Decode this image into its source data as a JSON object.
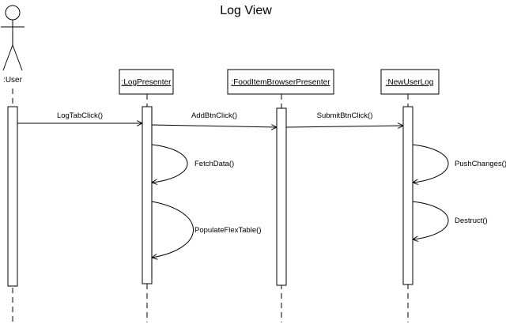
{
  "title": "Log View",
  "actor": {
    "label": ":User",
    "icon": "stick-figure-icon"
  },
  "participants": [
    {
      "id": "log-presenter",
      "label": ":LogPresenter"
    },
    {
      "id": "food-item-browser-presenter",
      "label": ":FoodItemBrowserPresenter"
    },
    {
      "id": "new-user-log",
      "label": ":NewUserLog"
    }
  ],
  "messages": [
    {
      "id": "log-tab-click",
      "label": "LogTabClick()",
      "from": "User",
      "to": ":LogPresenter"
    },
    {
      "id": "add-btn-click",
      "label": "AddBtnClick()",
      "from": ":LogPresenter",
      "to": ":FoodItemBrowserPresenter"
    },
    {
      "id": "submit-btn-click",
      "label": "SubmitBtnClick()",
      "from": ":FoodItemBrowserPresenter",
      "to": ":NewUserLog"
    },
    {
      "id": "fetch-data",
      "label": "FetchData()",
      "from": ":LogPresenter",
      "to": ":LogPresenter"
    },
    {
      "id": "populate-flex-table",
      "label": "PopulateFlexTable()",
      "from": ":LogPresenter",
      "to": ":LogPresenter"
    },
    {
      "id": "push-changes",
      "label": "PushChanges()",
      "from": ":NewUserLog",
      "to": ":NewUserLog"
    },
    {
      "id": "destruct",
      "label": "Destruct()",
      "from": ":NewUserLog",
      "to": ":NewUserLog"
    }
  ]
}
